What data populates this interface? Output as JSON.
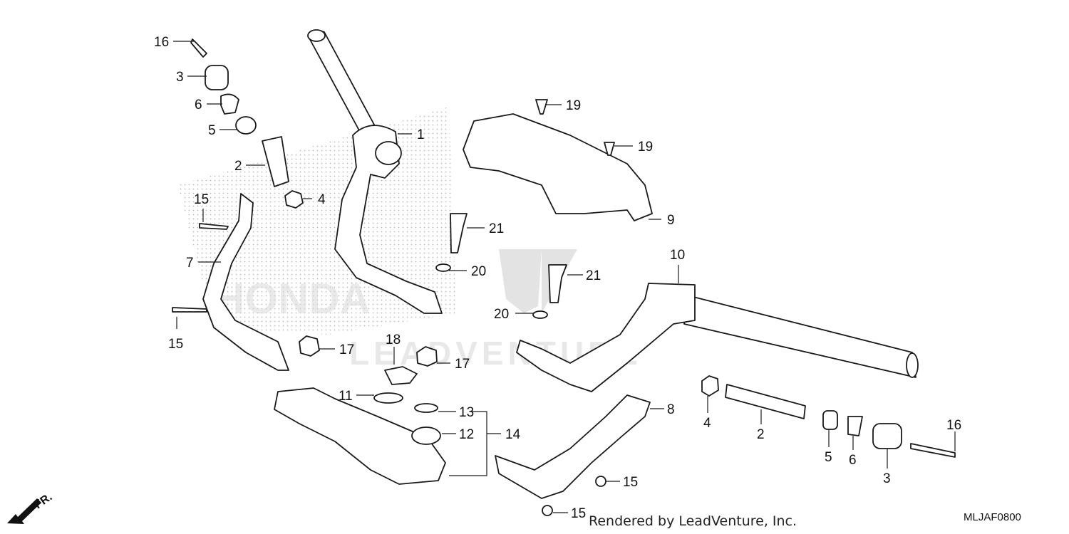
{
  "watermark": {
    "text": "LEADVENTURE",
    "brand": "HONDA"
  },
  "footer": {
    "rendered_by": "Rendered by LeadVenture, Inc.",
    "diagram_code": "MLJAF0800"
  },
  "direction": {
    "label": "FR."
  },
  "callouts": [
    "16",
    "3",
    "6",
    "5",
    "2",
    "4",
    "15",
    "7",
    "15",
    "1",
    "19",
    "19",
    "9",
    "21",
    "20",
    "21",
    "20",
    "10",
    "17",
    "18",
    "17",
    "11",
    "13",
    "12",
    "14",
    "8",
    "15",
    "15",
    "4",
    "2",
    "5",
    "6",
    "3",
    "16"
  ]
}
